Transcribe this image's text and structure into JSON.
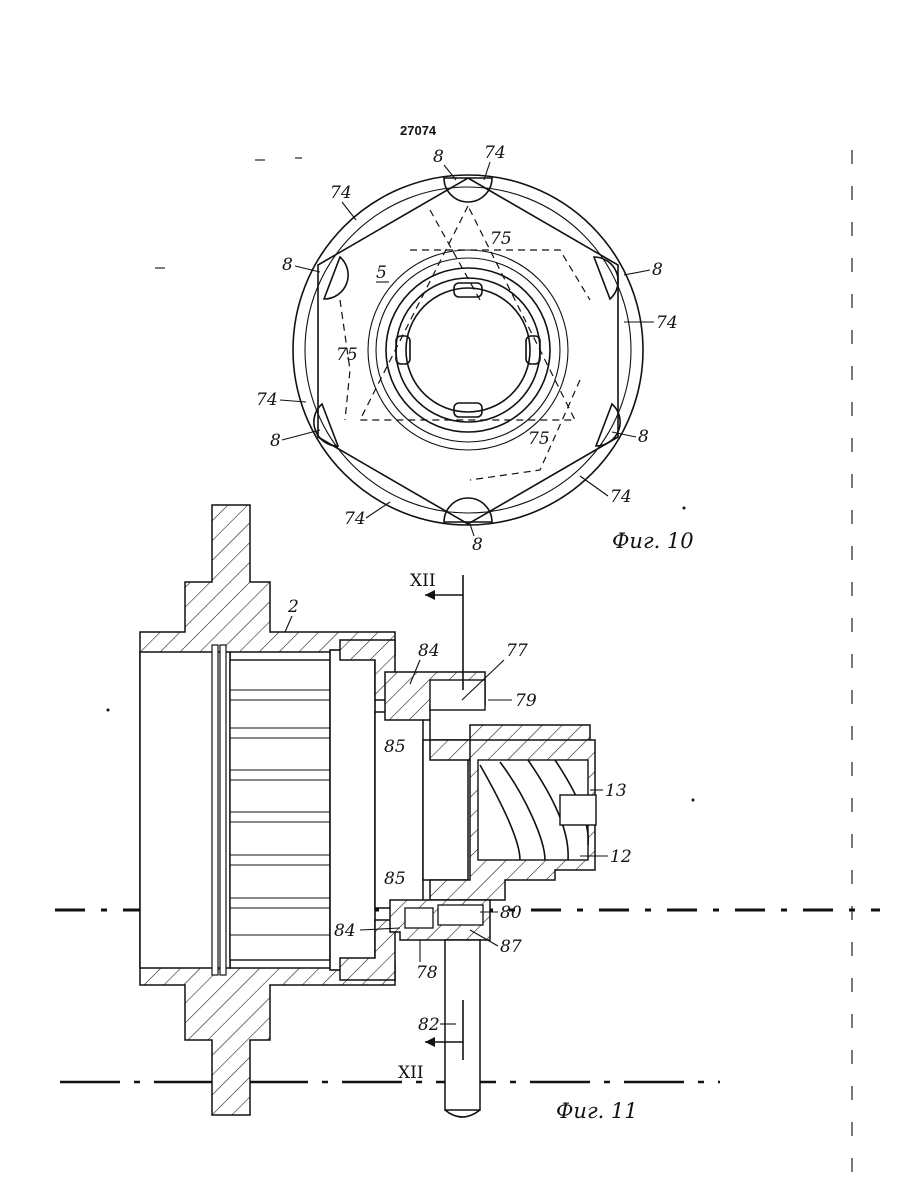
{
  "document": {
    "number": "27074"
  },
  "figure10": {
    "caption": "Фиг. 10",
    "labels": {
      "l8a": "8",
      "l8b": "8",
      "l8c": "8",
      "l8d": "8",
      "l8e": "8",
      "l8f": "8",
      "l74a": "74",
      "l74b": "74",
      "l74c": "74",
      "l74d": "74",
      "l74e": "74",
      "l74f": "74",
      "l75a": "75",
      "l75b": "75",
      "l75c": "75",
      "l5": "5"
    }
  },
  "figure11": {
    "caption": "Фиг. 11",
    "section_top": "XII",
    "section_bottom": "XII",
    "labels": {
      "l2": "2",
      "l84a": "84",
      "l84b": "84",
      "l77": "77",
      "l79": "79",
      "l85a": "85",
      "l85b": "85",
      "l13": "13",
      "l12": "12",
      "l80": "80",
      "l87": "87",
      "l78": "78",
      "l82": "82"
    }
  }
}
